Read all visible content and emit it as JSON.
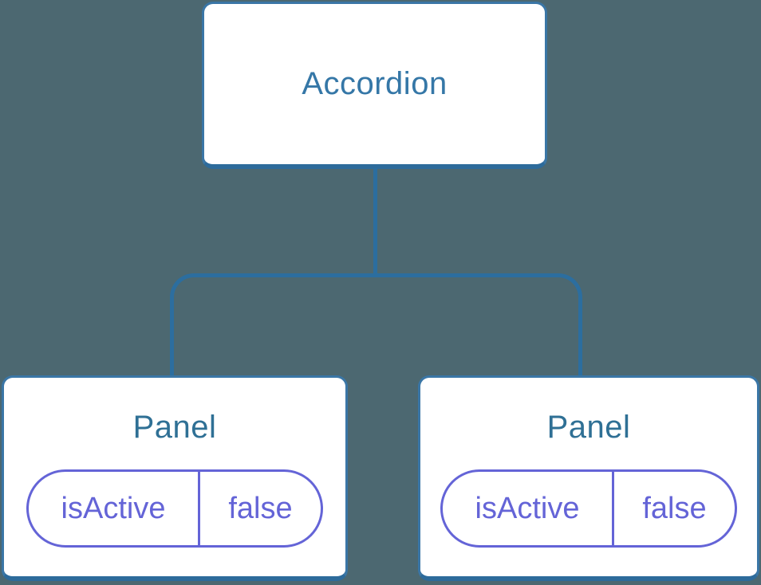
{
  "diagram": {
    "type": "component-tree",
    "root": {
      "label": "Accordion"
    },
    "children": [
      {
        "title": "Panel",
        "state": {
          "key": "isActive",
          "value": "false"
        }
      },
      {
        "title": "Panel",
        "state": {
          "key": "isActive",
          "value": "false"
        }
      }
    ],
    "colors": {
      "background": "#4C6871",
      "card_fill": "#FFFFFF",
      "card_border": "#3A76A6",
      "card_border_bottom": "#2D6B9B",
      "connector_line": "#2C6E9F",
      "root_label_text": "#3577A7",
      "panel_title_text": "#2F7095",
      "state_pill": "#6464D7"
    }
  }
}
